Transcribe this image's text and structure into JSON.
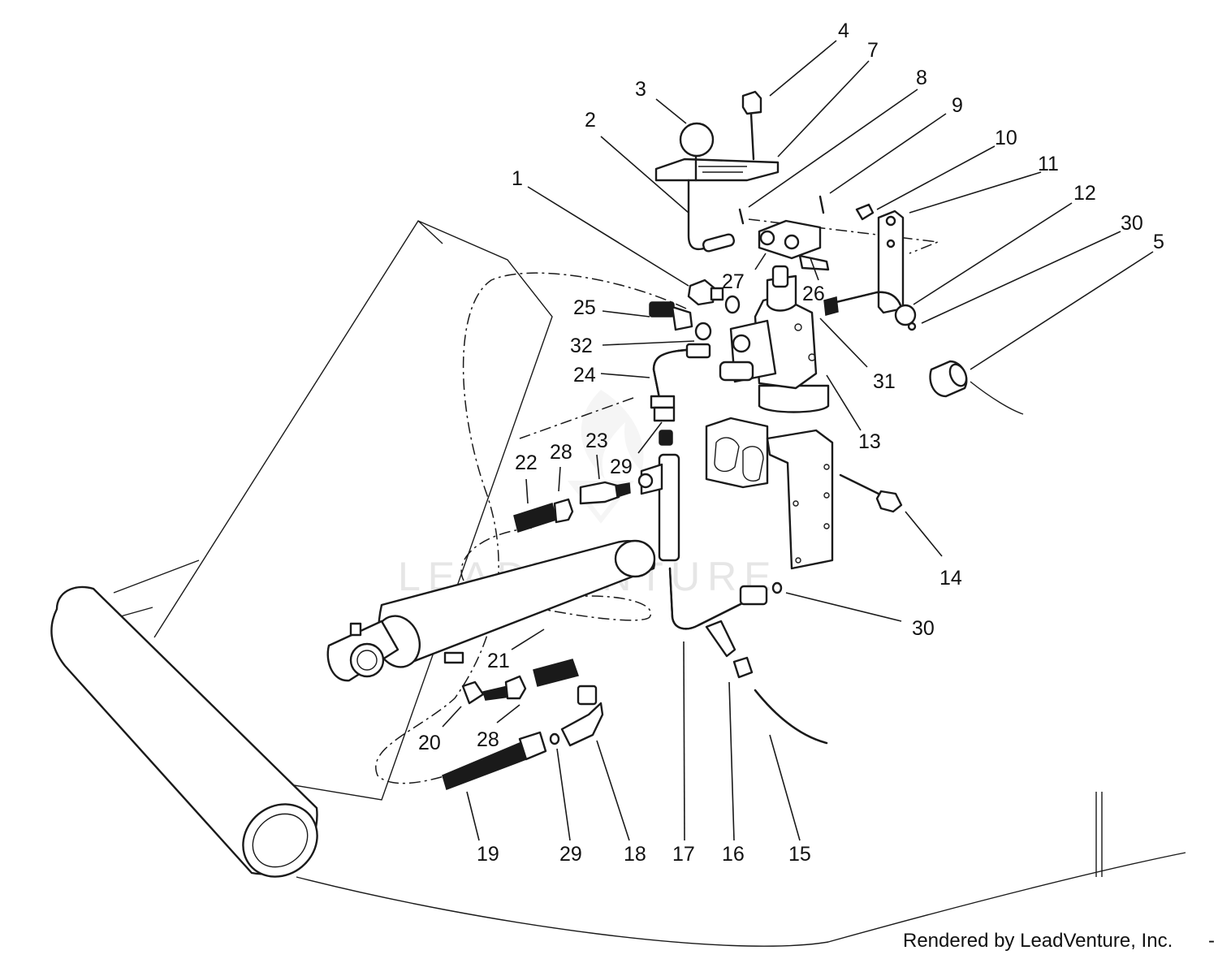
{
  "watermark": "LEADVENTURE",
  "credit": "Rendered by LeadVenture, Inc.",
  "callouts": {
    "c1": "1",
    "c2": "2",
    "c3": "3",
    "c4": "4",
    "c5": "5",
    "c7": "7",
    "c8": "8",
    "c9": "9",
    "c10": "10",
    "c11": "11",
    "c12": "12",
    "c13": "13",
    "c14": "14",
    "c15": "15",
    "c16": "16",
    "c17": "17",
    "c18": "18",
    "c19": "19",
    "c20": "20",
    "c21": "21",
    "c22": "22",
    "c23": "23",
    "c24": "24",
    "c25": "25",
    "c26": "26",
    "c27": "27",
    "c28a": "28",
    "c28b": "28",
    "c29a": "29",
    "c29b": "29",
    "c30a": "30",
    "c30b": "30",
    "c31": "31",
    "c32": "32"
  }
}
